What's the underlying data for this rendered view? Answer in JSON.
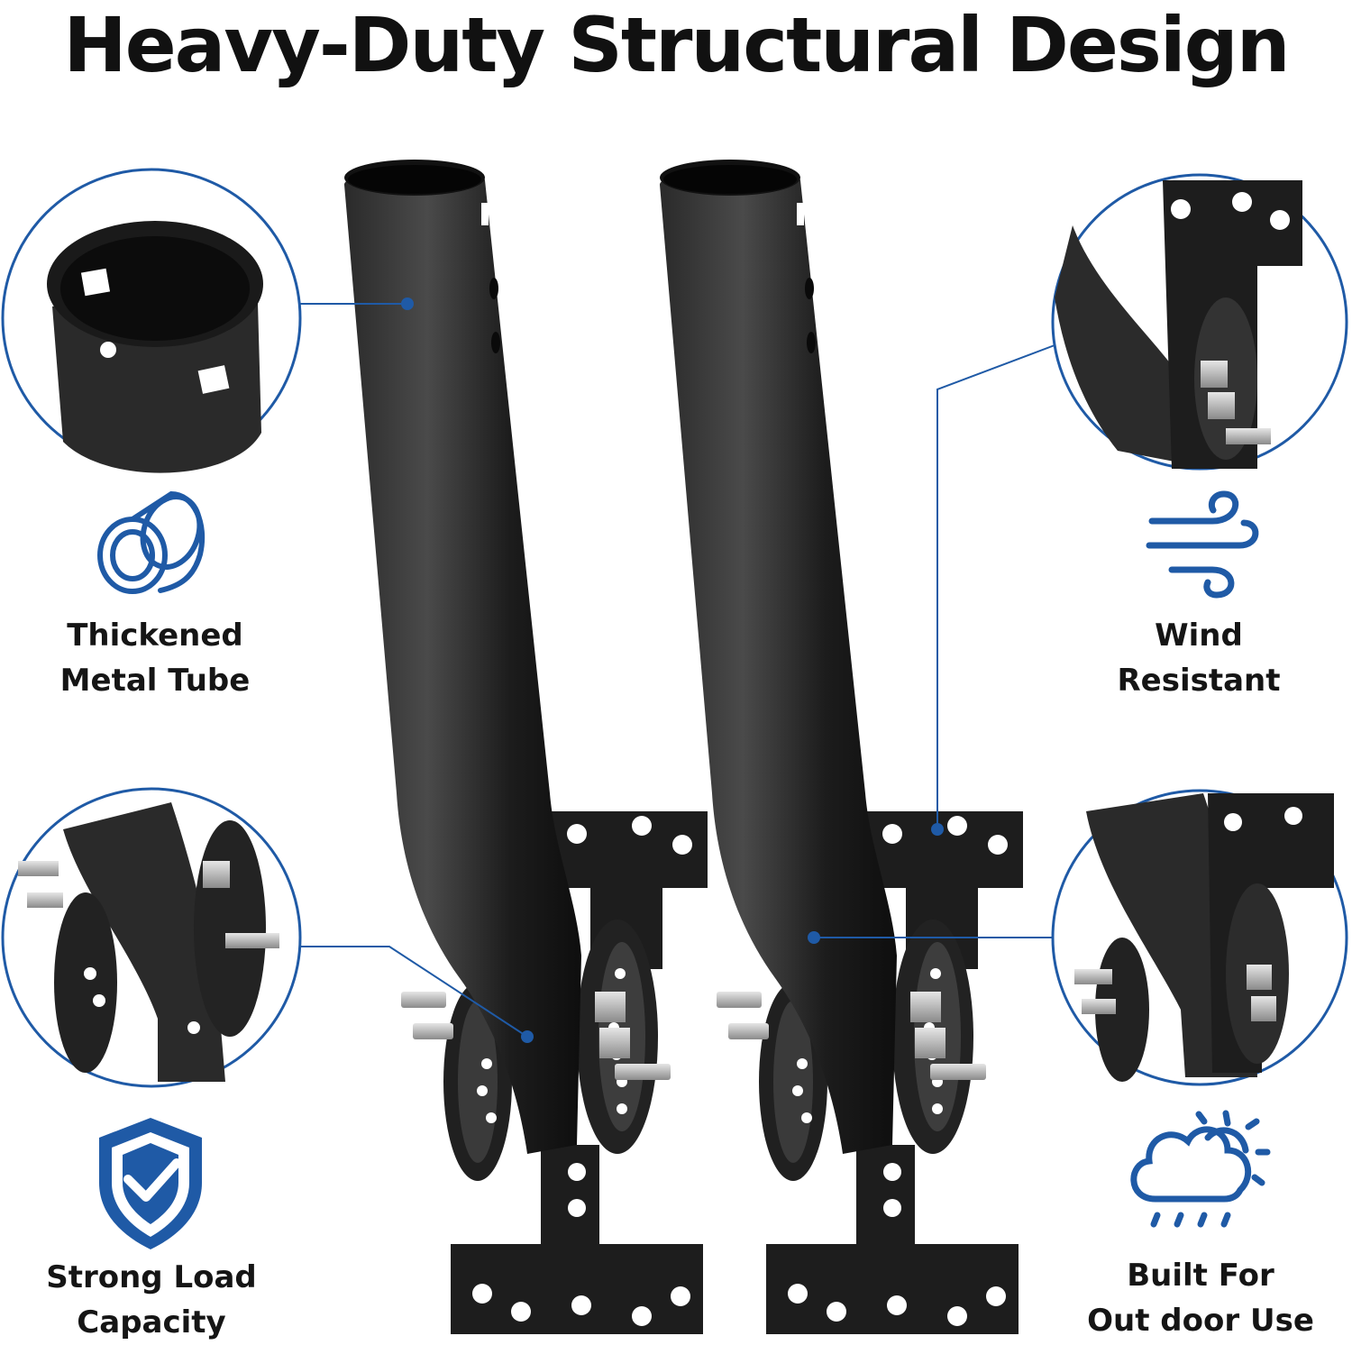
{
  "title": "Heavy-Duty Structural Design",
  "features": [
    {
      "line1": "Thickened",
      "line2": "Metal Tube",
      "icon": "tube-icon"
    },
    {
      "line1": "Wind",
      "line2": "Resistant",
      "icon": "wind-icon"
    },
    {
      "line1": "Strong Load",
      "line2": "Capacity",
      "icon": "shield-check-icon"
    },
    {
      "line1": "Built For",
      "line2": "Out door Use",
      "icon": "weather-icon"
    }
  ],
  "colors": {
    "accent": "#1f5aa6",
    "metal": "#1a1a1a",
    "bolt": "#b9b9b9"
  }
}
